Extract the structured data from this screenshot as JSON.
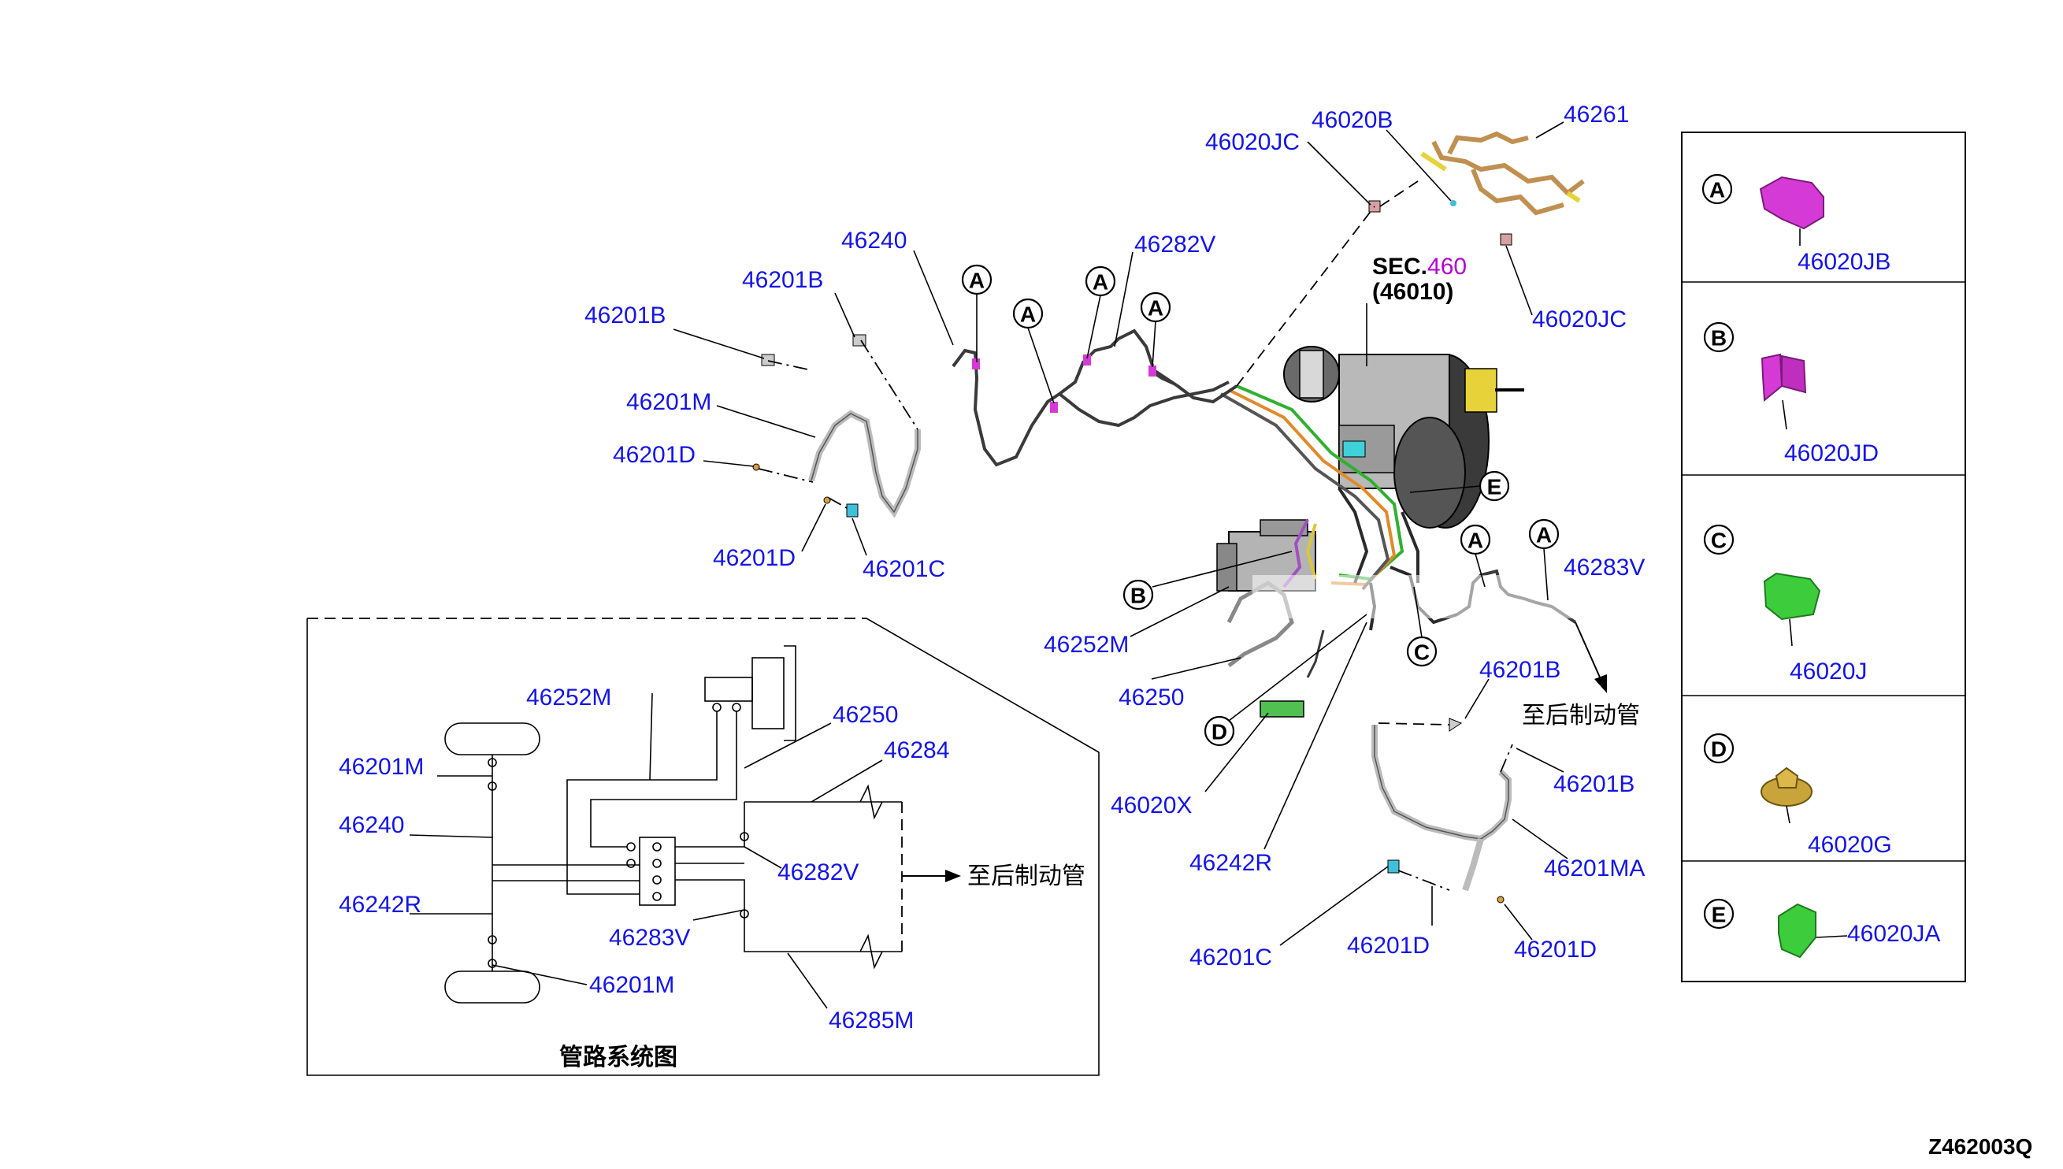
{
  "diagram_code": "Z462003Q",
  "sec": {
    "prefix": "SEC.",
    "number": "460",
    "sub": "(46010)"
  },
  "to_rear_label": "至后制动管",
  "schematic": {
    "title": "管路系统图",
    "labels": {
      "l46252M": "46252M",
      "l46250": "46250",
      "l46284": "46284",
      "l46201M": "46201M",
      "l46240": "46240",
      "l46282V": "46282V",
      "l46242R": "46242R",
      "l46283V": "46283V",
      "l46201M_b": "46201M",
      "l46285M": "46285M",
      "to_rear": "至后制动管"
    }
  },
  "main_labels": {
    "p46020JC_a": "46020JC",
    "p46020B": "46020B",
    "p46261": "46261",
    "p46240": "46240",
    "p46282V": "46282V",
    "p46201B_a": "46201B",
    "p46201B_b": "46201B",
    "p46201M": "46201M",
    "p46201D_a": "46201D",
    "p46201D_b": "46201D",
    "p46201C_a": "46201C",
    "p46020JC_b": "46020JC",
    "p46283V": "46283V",
    "p46252M": "46252M",
    "p46250": "46250",
    "p46201B_c": "46201B",
    "p46201B_d": "46201B",
    "p46020X": "46020X",
    "p46242R": "46242R",
    "p46201MA": "46201MA",
    "p46201C_b": "46201C",
    "p46201D_c": "46201D",
    "p46201D_d": "46201D"
  },
  "callouts": {
    "A": "A",
    "B": "B",
    "C": "C",
    "D": "D",
    "E": "E"
  },
  "clip_panel": [
    {
      "letter": "A",
      "part": "46020JB",
      "color": "#d63ad6"
    },
    {
      "letter": "B",
      "part": "46020JD",
      "color": "#d63ad6"
    },
    {
      "letter": "C",
      "part": "46020J",
      "color": "#3ccc3c"
    },
    {
      "letter": "D",
      "part": "46020G",
      "color": "#c9a43a"
    },
    {
      "letter": "E",
      "part": "46020JA",
      "color": "#3ccc3c"
    }
  ],
  "colors": {
    "part_number": "#1414e6",
    "sec_number": "#b400d2"
  }
}
